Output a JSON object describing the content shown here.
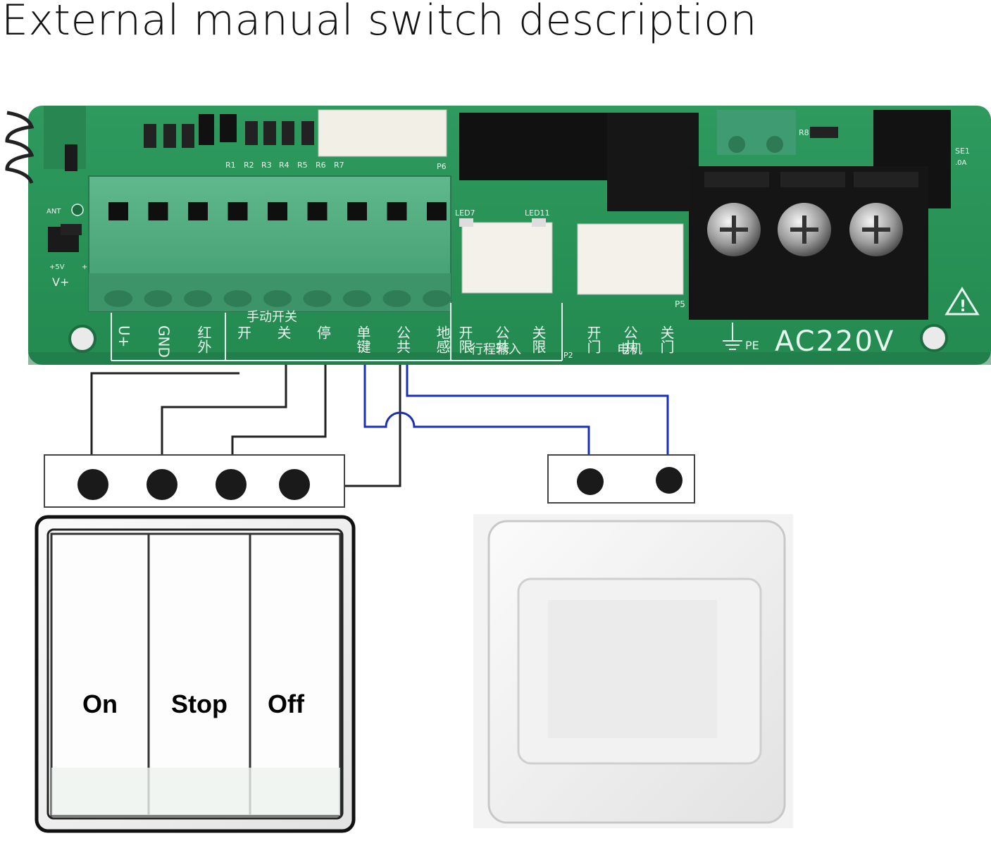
{
  "title": "External manual switch description",
  "board": {
    "silkscreen": {
      "p6": "P6",
      "resistors": [
        "R1",
        "R2",
        "R3",
        "R4",
        "R5",
        "R6",
        "R7"
      ],
      "r8": "R8",
      "fuse": "SE1",
      "fuse_rating": ".0A",
      "ant": "ANT",
      "plus5v": "+5V",
      "plus1": "+1",
      "vplus_side": "V+",
      "led7": "LED7",
      "led11": "LED11",
      "p2": "P2",
      "p5": "P5",
      "pe": "PE",
      "ac": "AC220V"
    },
    "terminal_labels": [
      "U+",
      "GND",
      "红外",
      "开",
      "关",
      "停",
      "单键",
      "公共",
      "地感"
    ],
    "manual_switch_group": "手动开关",
    "travel_input": {
      "labels": [
        "开限",
        "公共",
        "关限"
      ],
      "group": "行程输入"
    },
    "motor": {
      "labels": [
        "开门",
        "公共",
        "关门"
      ],
      "group": "电机"
    }
  },
  "switches": {
    "triple": {
      "labels": [
        "On",
        "Stop",
        "Off"
      ]
    },
    "single": {
      "labels": []
    }
  }
}
